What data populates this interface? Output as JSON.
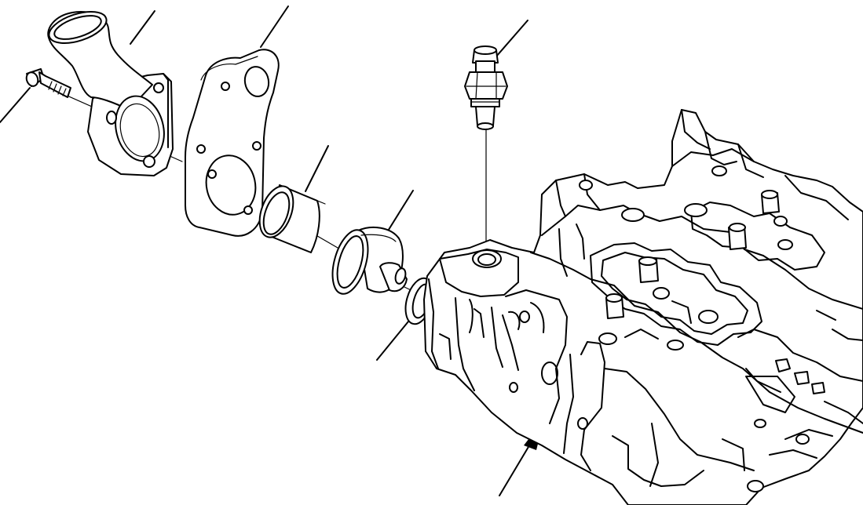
{
  "diagram": {
    "type": "exploded-parts-view",
    "line_color": "#000000",
    "background": "#ffffff",
    "parts": [
      "thermostat-housing-elbow",
      "housing-bolt",
      "housing-gasket",
      "thermostat-sleeve",
      "thermostat",
      "thermostat-seal",
      "temperature-sensor",
      "cylinder-head"
    ]
  }
}
